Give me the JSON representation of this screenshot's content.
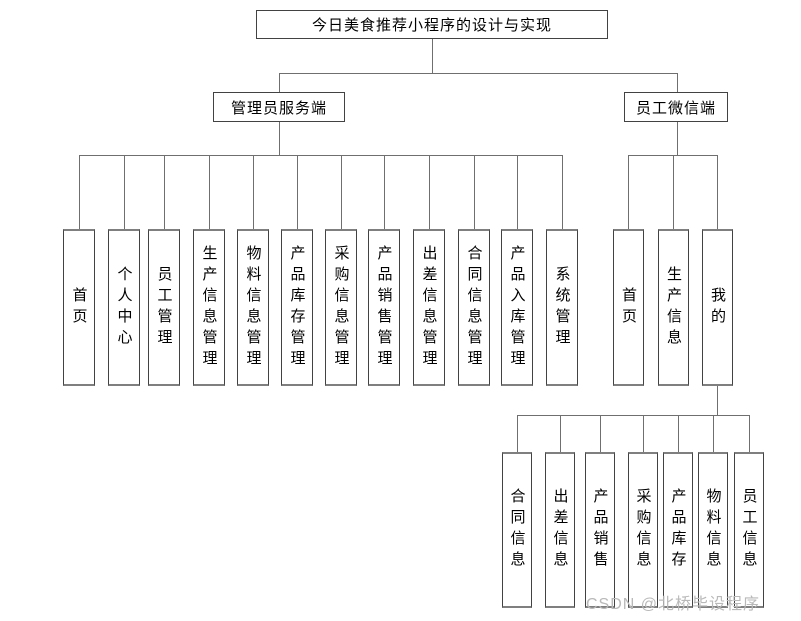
{
  "diagram": {
    "title": "今日美食推荐小程序的设计与实现",
    "admin": {
      "label": "管理员服务端",
      "children": [
        "首页",
        "个人中心",
        "员工管理",
        "生产信息管理",
        "物料信息管理",
        "产品库存管理",
        "采购信息管理",
        "产品销售管理",
        "出差信息管理",
        "合同信息管理",
        "产品入库管理",
        "系统管理"
      ]
    },
    "employee": {
      "label": "员工微信端",
      "children": [
        "首页",
        "生产信息",
        "我的"
      ]
    },
    "my": {
      "children": [
        "合同信息",
        "出差信息",
        "产品销售",
        "采购信息",
        "产品库存",
        "物料信息",
        "员工信息"
      ]
    },
    "watermark": "CSDN @北桥毕设程序",
    "colors": {
      "background": "#ffffff",
      "box_border": "#424242",
      "connector": "#6f6f6f",
      "watermark": "#b9b9b9",
      "text": "#000000"
    }
  }
}
